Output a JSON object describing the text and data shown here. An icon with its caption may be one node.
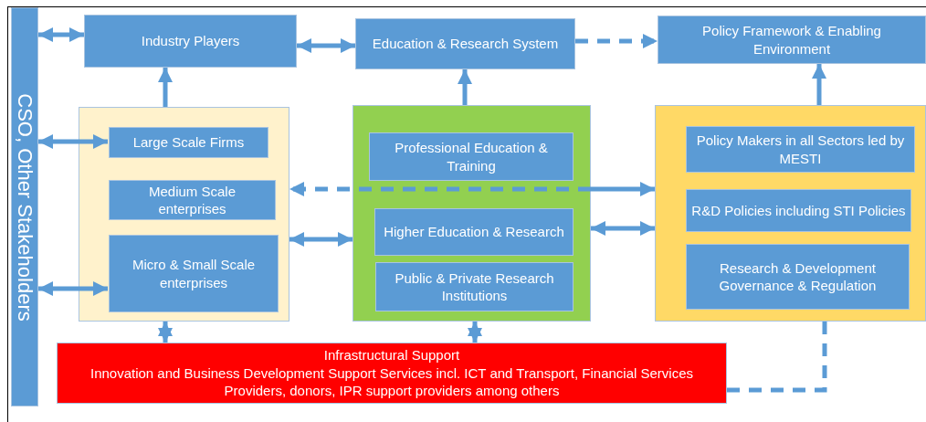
{
  "diagram": {
    "nodes": [
      {
        "text": [
          "CSO, Other Stakeholders"
        ]
      },
      {
        "text": [
          "Industry Players"
        ]
      },
      {
        "text": [
          "Education & Research System"
        ]
      },
      {
        "text": [
          "Policy Framework & Enabling Environment"
        ]
      },
      {
        "text": [],
        "shape": "box"
      },
      {
        "text": [
          "Large Scale Firms"
        ],
        "in": 4
      },
      {
        "text": [
          "Medium Scale enterprises"
        ],
        "in": 4
      },
      {
        "text": [
          "Micro & Small Scale enterprises"
        ],
        "in": 4
      },
      {
        "text": [],
        "shape": "box"
      },
      {
        "text": [
          "Professional Education & Training"
        ],
        "in": 8
      },
      {
        "text": [
          "Higher Education & Research"
        ],
        "in": 8
      },
      {
        "text": [
          "Public & Private Research Institutions"
        ],
        "in": 8
      },
      {
        "text": [],
        "shape": "box"
      },
      {
        "text": [
          "Policy Makers in all Sectors led by MESTI"
        ],
        "in": 12
      },
      {
        "text": [
          "R&D Policies including STI Policies"
        ],
        "in": 12
      },
      {
        "text": [
          "Research & Development Governance & Regulation"
        ],
        "in": 12
      },
      {
        "text": [
          "Infrastructural Support",
          "Innovation and Business Development Support Services incl. ICT and Transport, Financial Services Providers, donors, IPR support providers among others"
        ]
      }
    ],
    "edges": [
      {
        "from": 0,
        "to": 1,
        "arrow": "both"
      },
      {
        "from": 1,
        "to": 2,
        "arrow": "both"
      },
      {
        "from": 2,
        "to": 3,
        "arrow": "to",
        "style": "dashed"
      },
      {
        "from": 4,
        "to": 1,
        "arrow": "to"
      },
      {
        "from": 8,
        "to": 2,
        "arrow": "to"
      },
      {
        "from": 12,
        "to": 3,
        "arrow": "to"
      },
      {
        "from": 0,
        "to": 5,
        "arrow": "both"
      },
      {
        "from": 0,
        "to": 7,
        "arrow": "both"
      },
      {
        "from": 8,
        "to": 4,
        "arrow": "to",
        "style": "dashed"
      },
      {
        "from": 8,
        "to": 12,
        "arrow": "to"
      },
      {
        "from": 4,
        "to": 8,
        "arrow": "both"
      },
      {
        "from": 8,
        "to": 12,
        "arrow": "both"
      },
      {
        "from": 4,
        "to": 16,
        "arrow": "both"
      },
      {
        "from": 8,
        "to": 16,
        "arrow": "both"
      },
      {
        "from": 12,
        "to": 16,
        "arrow": "none",
        "style": "dashed"
      }
    ]
  }
}
